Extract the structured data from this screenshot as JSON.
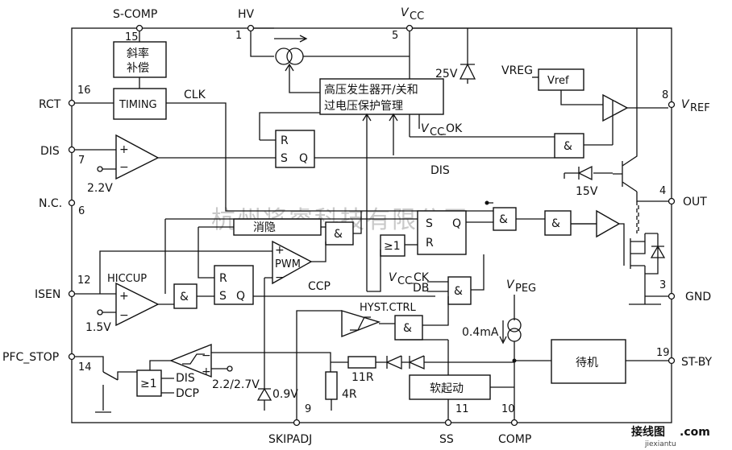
{
  "pins": {
    "scomp": {
      "name": "S-COMP",
      "num": "15"
    },
    "hv": {
      "name": "HV",
      "num": "1"
    },
    "vcc": {
      "name": "V",
      "sub": "CC",
      "num": "5"
    },
    "rct": {
      "name": "RCT",
      "num": "16"
    },
    "dis": {
      "name": "DIS",
      "num": "7"
    },
    "nc": {
      "name": "N.C.",
      "num": "6"
    },
    "isen": {
      "name": "ISEN",
      "num": "12"
    },
    "pfcstop": {
      "name": "PFC_STOP",
      "num": "14"
    },
    "vref": {
      "name": "V",
      "sub": "REF",
      "num": "8"
    },
    "out": {
      "name": "OUT",
      "num": "4"
    },
    "gnd": {
      "name": "GND",
      "num": "3"
    },
    "stby": {
      "name": "ST-BY",
      "num": "19"
    },
    "skipadj": {
      "name": "SKIPADJ",
      "num": "9"
    },
    "ss": {
      "name": "SS",
      "num": "11"
    },
    "comp": {
      "name": "COMP",
      "num": "10"
    }
  },
  "blocks": {
    "slope_comp_1": "斜率",
    "slope_comp_2": "补偿",
    "timing": "TIMING",
    "hv_mgmt_1": "高压发生器开/关和",
    "hv_mgmt_2": "过电压保护管理",
    "vref": "Vref",
    "blanking": "消隐",
    "standby": "待机",
    "softstart": "软起动",
    "pwm": "PWM",
    "hiccup": "HICCUP",
    "hyst": "HYST.CTRL",
    "or_sym": "≥1",
    "and_sym": "&"
  },
  "labels": {
    "clk": "CLK",
    "v25": "25V",
    "vreg": "VREG",
    "vcc_ok_main": "V",
    "vcc_ok_sub": "CC",
    "vcc_ok_tail": "_OK",
    "dis_out": "DIS",
    "v15": "15V",
    "v22": "2.2V",
    "v15b": "1.5V",
    "ccp": "CCP",
    "vcc_ck_main": "V",
    "vcc_ck_sub": "CC",
    "vcc_ck_tail": "_CK",
    "db": "DB",
    "vpeg_main": "V",
    "vpeg_sub": "PEG",
    "i04": "0.4mA",
    "dis2": "DIS",
    "dcp": "DCP",
    "v2227": "2.2/2.7V",
    "v09": "0.9V",
    "r11": "11R",
    "r4": "4R",
    "ff_r": "R",
    "ff_s": "S",
    "ff_q": "Q"
  },
  "watermark": "杭州将睿科技有限公司",
  "logo": {
    "text": "接线图",
    "dom": ".com",
    "site": "jiexiantu"
  }
}
